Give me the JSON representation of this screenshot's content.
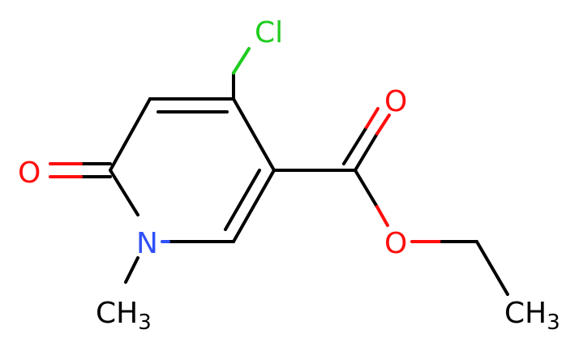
{
  "molecule": {
    "atoms": {
      "chlorine": "Cl",
      "carbonyl_oxygen_ester": "O",
      "ester_oxygen": "O",
      "ring_carbonyl_oxygen": "O",
      "nitrogen": "N",
      "n_methyl": "CH",
      "n_methyl_subscript": "3",
      "ethyl_methyl": "CH",
      "ethyl_methyl_subscript": "3"
    },
    "colors": {
      "bond": "#000000",
      "oxygen": "#ff0d0d",
      "nitrogen": "#3050f8",
      "chlorine": "#1fcc1f"
    }
  }
}
